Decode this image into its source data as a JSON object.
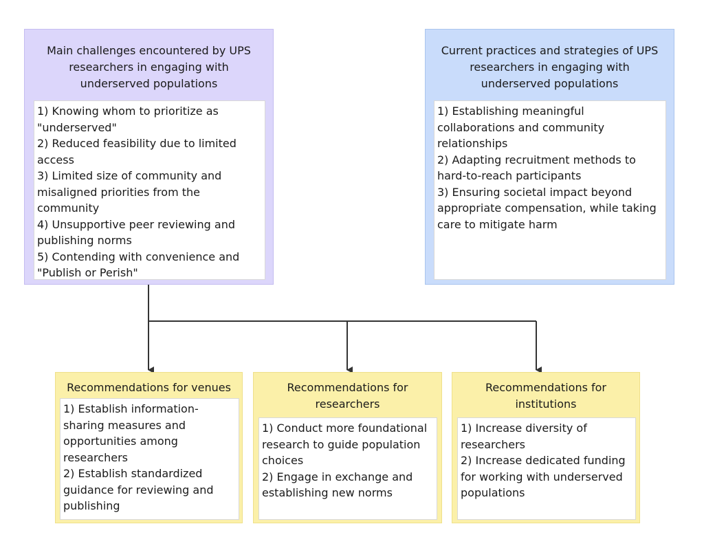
{
  "challenges": {
    "title": "Main challenges encountered by UPS researchers in engaging with underserved populations",
    "items": [
      "1) Knowing whom to prioritize as \"underserved\"",
      "2) Reduced feasibility due to limited access",
      "3) Limited size of community and misaligned priorities from the community",
      "4) Unsupportive peer reviewing and publishing norms",
      "5) Contending with convenience and \"Publish or Perish\""
    ]
  },
  "practices": {
    "title": "Current practices and strategies of UPS researchers in engaging with underserved populations",
    "items": [
      "1) Establishing meaningful collaborations and community relationships",
      "2) Adapting recruitment methods to hard-to-reach participants",
      "3) Ensuring societal impact beyond appropriate compensation, while taking care to mitigate harm"
    ]
  },
  "venues": {
    "title": "Recommendations for venues",
    "items": [
      "1) Establish information-sharing measures and opportunities among researchers",
      "2) Establish standardized guidance for reviewing and publishing"
    ]
  },
  "researchers": {
    "title": "Recommendations for researchers",
    "items": [
      "1) Conduct more foundational research to guide population choices",
      "2) Engage in exchange and establishing new norms"
    ]
  },
  "institutions": {
    "title": "Recommendations for institutions",
    "items": [
      "1) Increase diversity of researchers",
      "2) Increase dedicated funding for working with underserved populations"
    ]
  },
  "colors": {
    "challenges_bg": "#dcd6fb",
    "practices_bg": "#c9dcfb",
    "recommendations_bg": "#fbf0a9",
    "connector": "#333333"
  }
}
